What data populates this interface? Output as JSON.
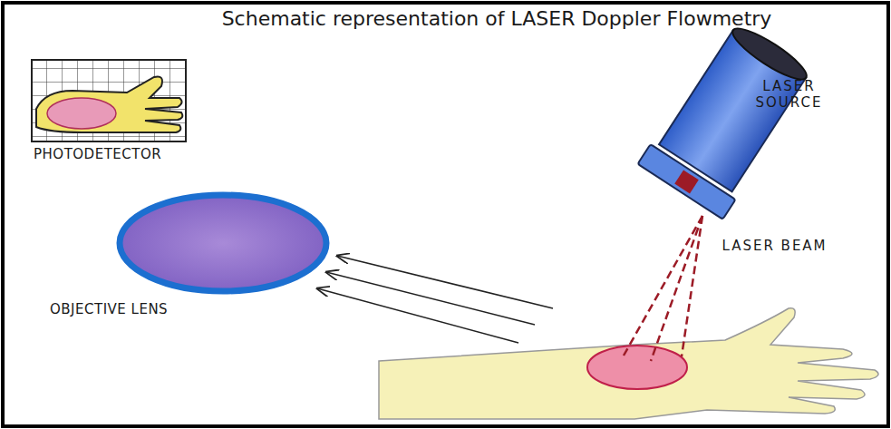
{
  "diagram": {
    "title": "Schematic representation of LASER Doppler Flowmetry",
    "labels": [
      "PHOTODETECTOR",
      "OBJECTIVE LENS",
      "LASER SOURCE",
      "LASER BEAM"
    ]
  }
}
